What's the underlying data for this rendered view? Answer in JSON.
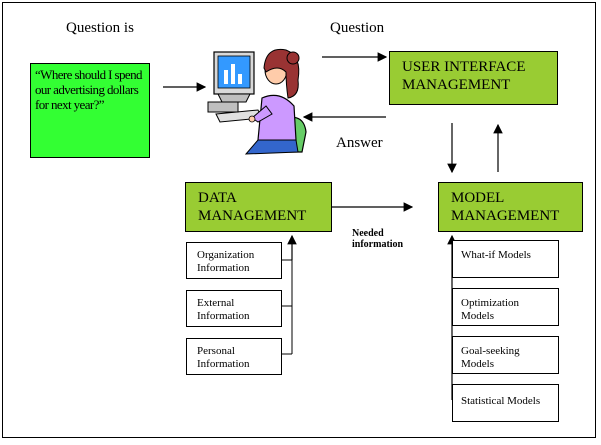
{
  "labels": {
    "question_is": "Question is",
    "question": "Question",
    "answer": "Answer",
    "needed_information_1": "Needed",
    "needed_information_2": "information"
  },
  "quote_text": "“Where should I spend our advertising dollars for next year?”",
  "user_interface": {
    "line1": "USER INTERFACE",
    "line2": "MANAGEMENT"
  },
  "data_management": {
    "line1": "DATA",
    "line2": "MANAGEMENT",
    "sources": [
      {
        "line1": "Organization",
        "line2": "Information"
      },
      {
        "line1": "External",
        "line2": "Information"
      },
      {
        "line1": "Personal",
        "line2": "Information"
      }
    ]
  },
  "model_management": {
    "line1": "MODEL",
    "line2": "MANAGEMENT",
    "models": [
      {
        "line1": "What-if Models",
        "line2": ""
      },
      {
        "line1": "Optimization",
        "line2": "Models"
      },
      {
        "line1": "Goal-seeking",
        "line2": "Models"
      },
      {
        "line1": "Statistical Models",
        "line2": ""
      }
    ]
  },
  "colors": {
    "box_green": "#99cc33",
    "quote_green": "#33ff33",
    "clipart_hair": "#993333",
    "clipart_shirt": "#cc99ff",
    "clipart_chair": "#66cc66"
  },
  "icons": {
    "user_at_computer": "person-at-computer-icon"
  }
}
